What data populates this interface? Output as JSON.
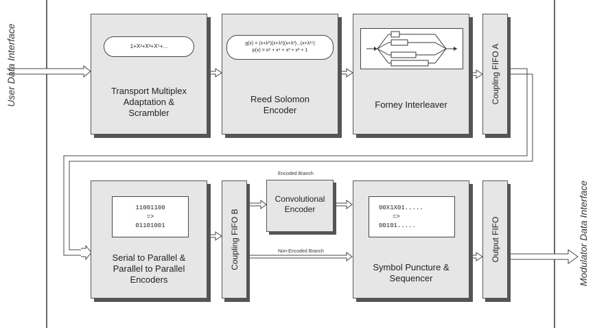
{
  "side_labels": {
    "left": "User Data Interface",
    "right": "Modulator Data Interface"
  },
  "blocks": {
    "transport": {
      "label": "Transport Multiplex\nAdaptation &\nScrambler",
      "formula": "1+X²+X³+X⁵+..."
    },
    "reed_solomon": {
      "label": "Reed Solomon\nEncoder",
      "formula_line1": "g(x) = (x+λ⁰)(x+λ¹)(x+λ²)...(x+λ¹⁵)",
      "formula_line2": "p(x) = x⁸ + x⁴ + x³ + x² + 1"
    },
    "forney": {
      "label": "Forney Interleaver"
    },
    "fifo_a": {
      "label": "Coupling FIFO A"
    },
    "serial": {
      "label": "Serial to Parallel &\nParallel to Parallel\nEncoders",
      "code_in": "11001100",
      "code_arrow": "=>",
      "code_out": "01101001"
    },
    "fifo_b": {
      "label": "Coupling FIFO B"
    },
    "convolutional": {
      "label": "Convolutional\nEncoder"
    },
    "puncture": {
      "label": "Symbol Puncture &\nSequencer",
      "code_in": "00X1X01.....",
      "code_arrow": "=>",
      "code_out": "00101....."
    },
    "output_fifo": {
      "label": "Output FIFO"
    }
  },
  "branches": {
    "encoded": "Encoded Branch",
    "non_encoded": "Non-Encoded Branch"
  }
}
